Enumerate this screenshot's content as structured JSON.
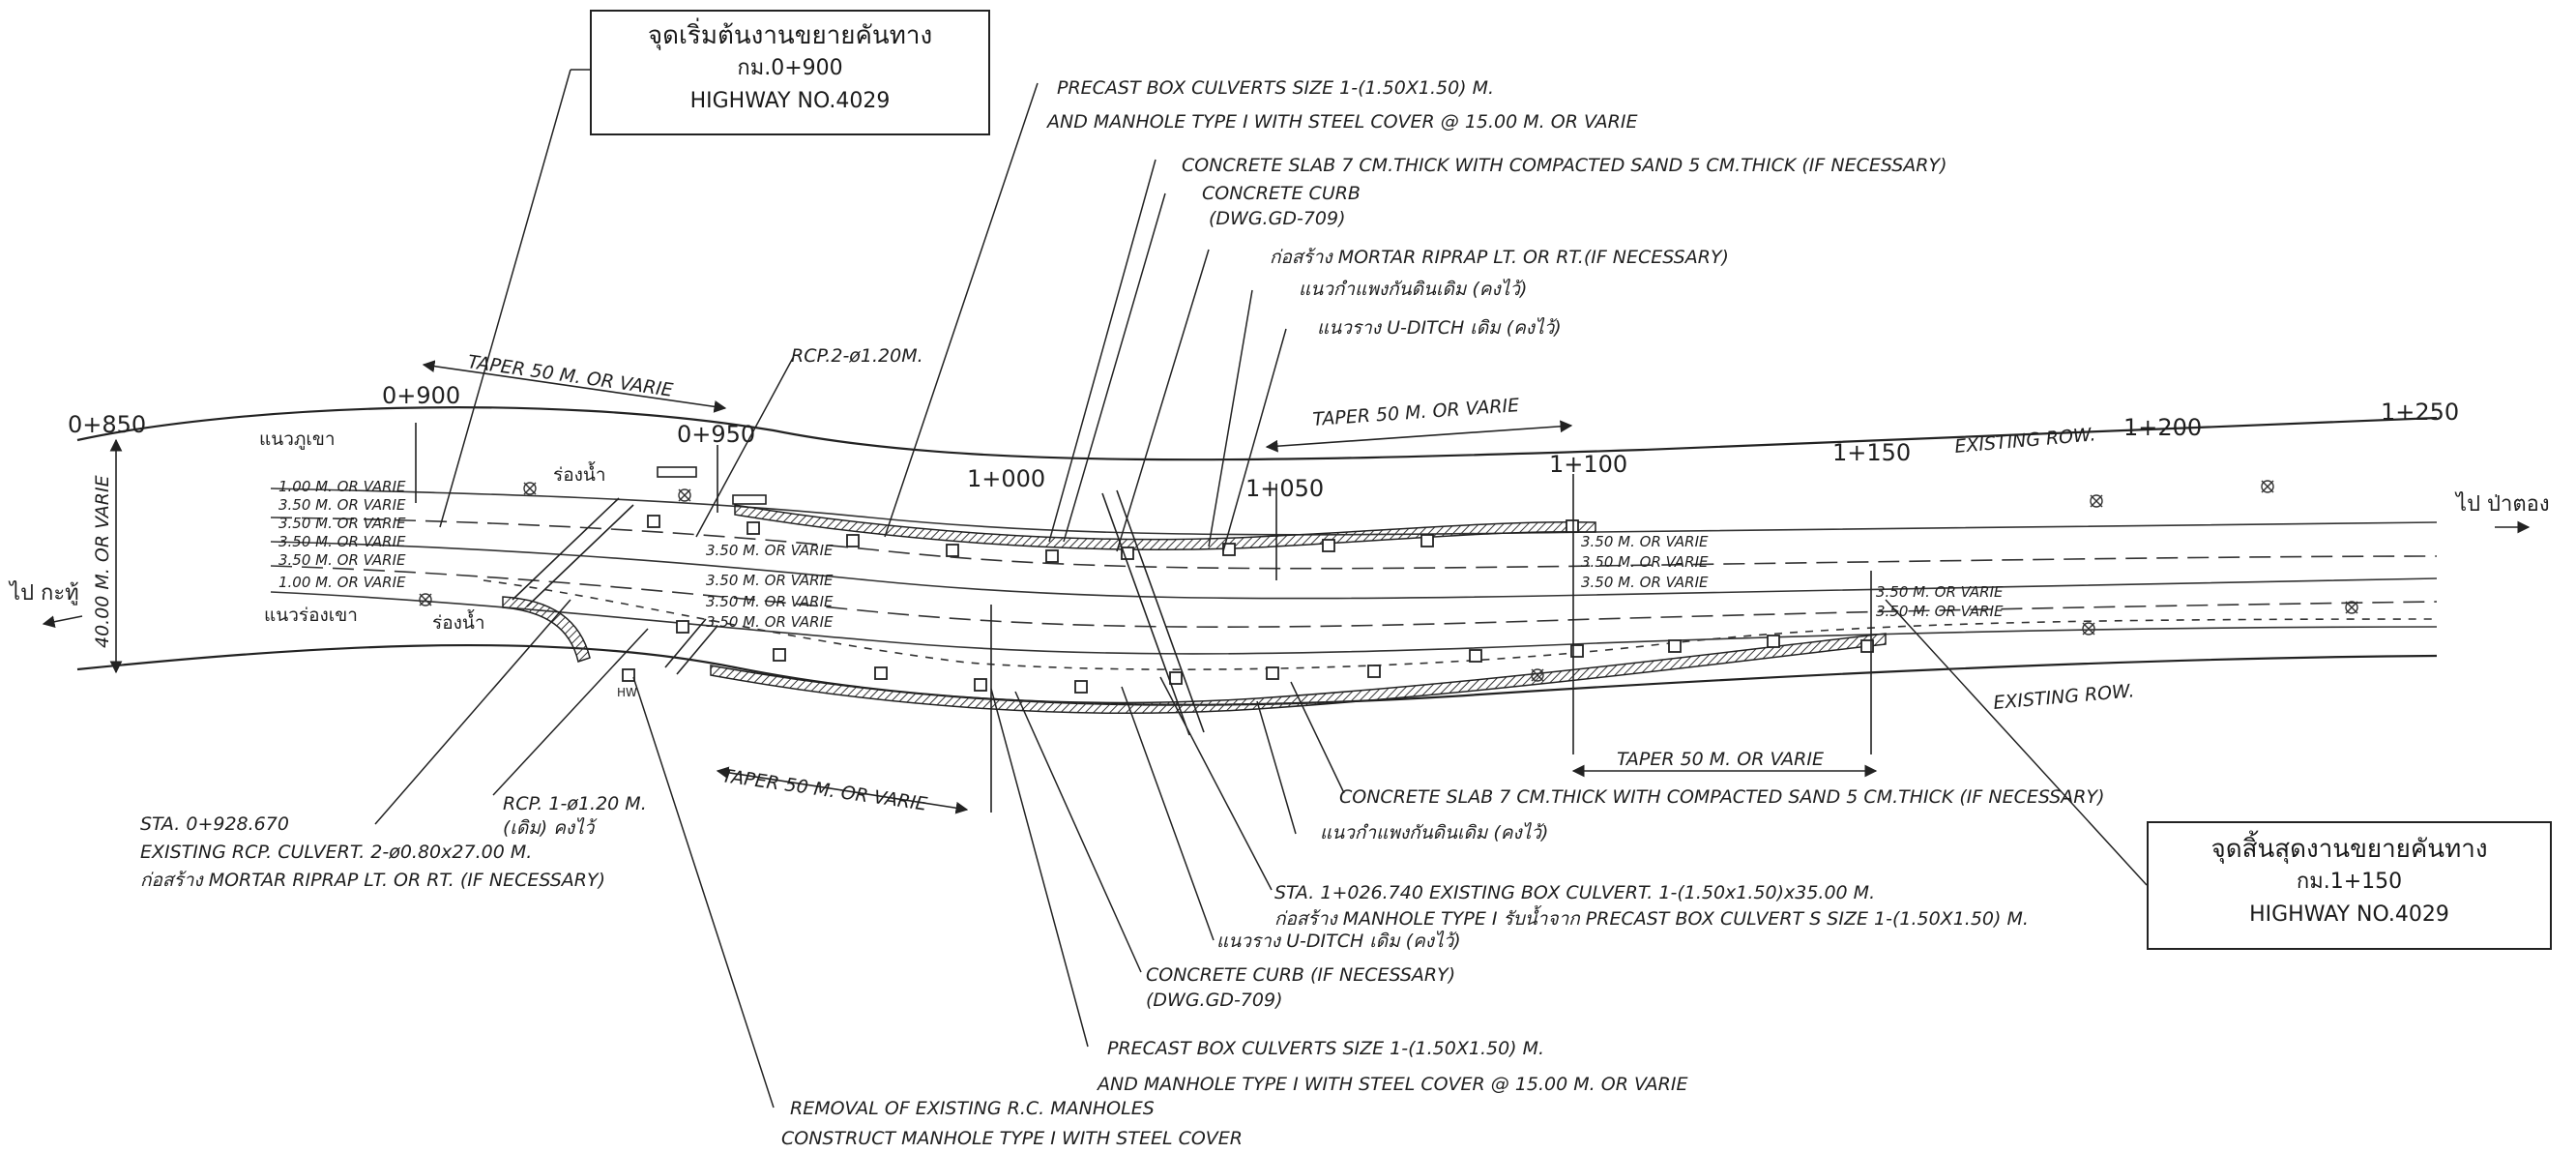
{
  "start_box": {
    "line1": "จุดเริ่มต้นงานขยายคันทาง",
    "line2": "กม.0+900",
    "line3": "HIGHWAY NO.4029"
  },
  "end_box": {
    "line1": "จุดสิ้นสุดงานขยายคันทาง",
    "line2": "กม.1+150",
    "line3": "HIGHWAY NO.4029"
  },
  "stations": {
    "s0850": "0+850",
    "s0900": "0+900",
    "s0950": "0+950",
    "s1000": "1+000",
    "s1050": "1+050",
    "s1100": "1+100",
    "s1150": "1+150",
    "s1200": "1+200",
    "s1250": "1+250"
  },
  "directions": {
    "left": "ไป กะทู้",
    "right": "ไป ป่าตอง"
  },
  "row": {
    "width": "40.00 M. OR VARIE",
    "existing_top": "EXISTING ROW.",
    "existing_bottom": "EXISTING ROW."
  },
  "side_labels": {
    "hill_line": "แนวภูเขา",
    "valley_line": "แนวร่องเขา",
    "waterway_top": "ร่องน้ำ",
    "waterway_bottom": "ร่องน้ำ",
    "hw": "HW"
  },
  "lanes_left": [
    "1.00 M. OR VARIE",
    "3.50 M. OR VARIE",
    "3.50 M. OR VARIE",
    "3.50 M. OR VARIE",
    "3.50 M. OR VARIE",
    "1.00 M. OR VARIE"
  ],
  "lanes_mid": [
    "3.50 M. OR VARIE",
    "3.50 M. OR VARIE",
    "3.50 M. OR VARIE",
    "3.50 M. OR VARIE"
  ],
  "lanes_right_top": [
    "3.50 M. OR VARIE",
    "3.50 M. OR VARIE",
    "3.50 M. OR VARIE"
  ],
  "lanes_right_bottom": [
    "3.50 M. OR VARIE",
    "3.50 M. OR VARIE"
  ],
  "tapers": {
    "t1": "TAPER 50 M. OR VARIE",
    "t2": "TAPER 50 M. OR VARIE",
    "t3": "TAPER 50 M. OR VARIE",
    "t4": "TAPER 50 M. OR VARIE"
  },
  "rcp_top": "RCP.2-ø1.20M.",
  "notes_top": {
    "precast_1": "PRECAST BOX CULVERTS SIZE 1-(1.50X1.50) M.",
    "precast_2": "AND MANHOLE TYPE I WITH STEEL COVER @ 15.00 M. OR VARIE",
    "slab": "CONCRETE SLAB 7 CM.THICK WITH COMPACTED SAND 5 CM.THICK (IF NECESSARY)",
    "curb_1": "CONCRETE CURB",
    "curb_2": "(DWG.GD-709)",
    "riprap": "ก่อสร้าง MORTAR RIPRAP LT. OR RT.(IF NECESSARY)",
    "wall": "แนวกำแพงกันดินเดิม (คงไว้)",
    "uditch": "แนวราง U-DITCH เดิม (คงไว้)"
  },
  "notes_bottom": {
    "sta_928_1": "STA. 0+928.670",
    "sta_928_2": "EXISTING RCP. CULVERT. 2-ø0.80x27.00 M.",
    "sta_928_3": "ก่อสร้าง MORTAR RIPRAP LT. OR RT. (IF NECESSARY)",
    "rcp_1": "RCP. 1-ø1.20 M.",
    "rcp_2": "(เดิม) คงไว้",
    "slab": "CONCRETE SLAB 7 CM.THICK WITH COMPACTED SAND 5 CM.THICK (IF NECESSARY)",
    "wall": "แนวกำแพงกันดินเดิม (คงไว้)",
    "sta_1026_1": "STA. 1+026.740 EXISTING BOX CULVERT. 1-(1.50x1.50)x35.00 M.",
    "sta_1026_2": "ก่อสร้าง MANHOLE TYPE I รับน้ำจาก PRECAST BOX CULVERT S SIZE 1-(1.50X1.50) M.",
    "uditch": "แนวราง U-DITCH เดิม (คงไว้)",
    "curb_1": "CONCRETE CURB (IF NECESSARY)",
    "curb_2": "(DWG.GD-709)",
    "precast_1": "PRECAST BOX CULVERTS SIZE 1-(1.50X1.50) M.",
    "precast_2": "AND MANHOLE TYPE I WITH STEEL COVER @ 15.00 M. OR VARIE",
    "removal_1": "REMOVAL OF EXISTING R.C. MANHOLES",
    "removal_2": "CONSTRUCT MANHOLE TYPE I WITH STEEL COVER"
  }
}
